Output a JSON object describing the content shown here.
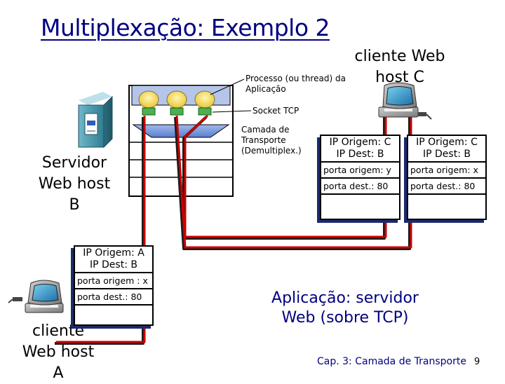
{
  "title": "Multiplexação: Exemplo 2",
  "server": {
    "label": "Servidor Web host B"
  },
  "client_c": {
    "label": "cliente Web host C"
  },
  "client_a": {
    "label": "cliente Web host A"
  },
  "annotations": {
    "process": "Processo (ou thread) da Aplicação",
    "socket": "Socket TCP",
    "transport": "Camada de Transporte (Demultiplex.)"
  },
  "packets": [
    {
      "src": "IP Origem: C",
      "dst": "IP Dest: B",
      "src_port": "porta origem: y",
      "dst_port": "porta dest.: 80"
    },
    {
      "src": "IP Origem: C",
      "dst": "IP Dest: B",
      "src_port": "porta origem: x",
      "dst_port": "porta dest.: 80"
    },
    {
      "src": "IP Origem: A",
      "dst": "IP Dest: B",
      "src_port": "porta origem : x",
      "dst_port": "porta dest.: 80"
    }
  ],
  "app_caption": "Aplicação: servidor Web (sobre TCP)",
  "footer": "Cap. 3: Camada de Transporte",
  "page_number": "9",
  "colors": {
    "title": "#000080",
    "connection": "#cc0000",
    "process": "#f7e36a",
    "socket": "#4caf50",
    "tower": "#3f8fa3"
  }
}
